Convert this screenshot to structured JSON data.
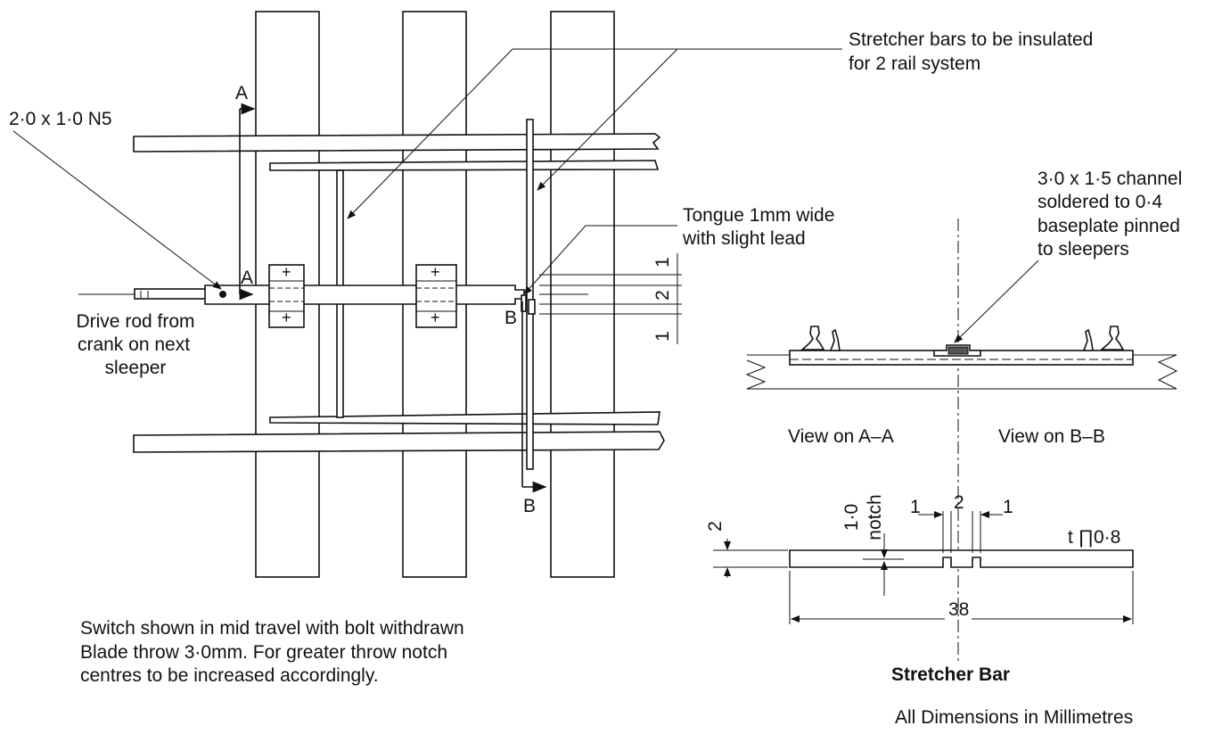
{
  "labels": {
    "stretcher_insulated_1": "Stretcher bars to be insulated",
    "stretcher_insulated_2": "for 2 rail system",
    "nut_spec": "2·0 x 1·0 N5",
    "section_a": "A",
    "section_b": "B",
    "tongue_1": "Tongue 1mm wide",
    "tongue_2": "with slight lead",
    "drive_1": "Drive rod from",
    "drive_2": "crank on next",
    "drive_3": "sleeper",
    "channel_1": "3·0 x 1·5 channel",
    "channel_2": "soldered to 0·4",
    "channel_3": "baseplate pinned",
    "channel_4": "to sleepers",
    "view_aa": "View on A–A",
    "view_bb": "View on B–B",
    "note_1": "Switch shown in mid travel with bolt withdrawn",
    "note_2": "Blade throw 3·0mm. For greater throw notch",
    "note_3": "centres to be increased accordingly.",
    "bar_title": "Stretcher Bar",
    "units": "All Dimensions in Millimetres",
    "plus": "+"
  },
  "dimensions": {
    "gap_top": "1",
    "gap_mid": "2",
    "gap_bottom": "1",
    "notch_depth": "1·0",
    "notch_word": "notch",
    "bar_height": "2",
    "notch_left": "1",
    "notch_centre": "2",
    "notch_right": "1",
    "thickness": "t ∏0·8",
    "bar_length": "38"
  }
}
